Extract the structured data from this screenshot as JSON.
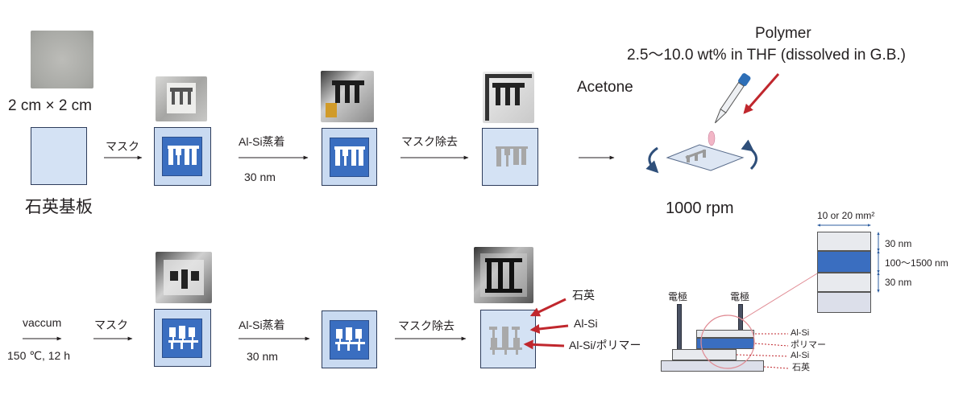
{
  "top_row": {
    "substrate_size": "2 cm × 2 cm",
    "substrate_label": "石英基板",
    "mask": "マスク",
    "deposition": "Al-Si蒸着",
    "thickness": "30 nm",
    "mask_removal": "マスク除去",
    "solvent": "Acetone",
    "polymer_title": "Polymer",
    "polymer_solution": "2.5～10.0 wt% in THF (dissolved in G.B.)",
    "spin_speed": "1000 rpm"
  },
  "bottom_row": {
    "vacuum": "vaccum",
    "vacuum_conditions": "150 ℃, 12 h",
    "mask": "マスク",
    "deposition": "Al-Si蒸着",
    "thickness": "30 nm",
    "mask_removal": "マスク除去",
    "label_quartz": "石英",
    "label_alsi": "Al-Si",
    "label_alsi_polymer": "Al-Si/ポリマー"
  },
  "cross_section": {
    "area": "10 or 20 mm²",
    "thickness_top": "30 nm",
    "thickness_mid": "100～1500 nm",
    "thickness_bottom": "30 nm",
    "electrode_left": "電極",
    "electrode_right": "電極",
    "layer_top": "Al-Si",
    "layer_polymer": "ポリマー",
    "layer_bottom": "Al-Si",
    "layer_substrate": "石英"
  },
  "colors": {
    "electrode_blue": "#3a6ec0",
    "substrate_blue": "#c9daf1",
    "arrow_red": "#c0272d",
    "rotation_arrow": "#2f4f7a"
  }
}
